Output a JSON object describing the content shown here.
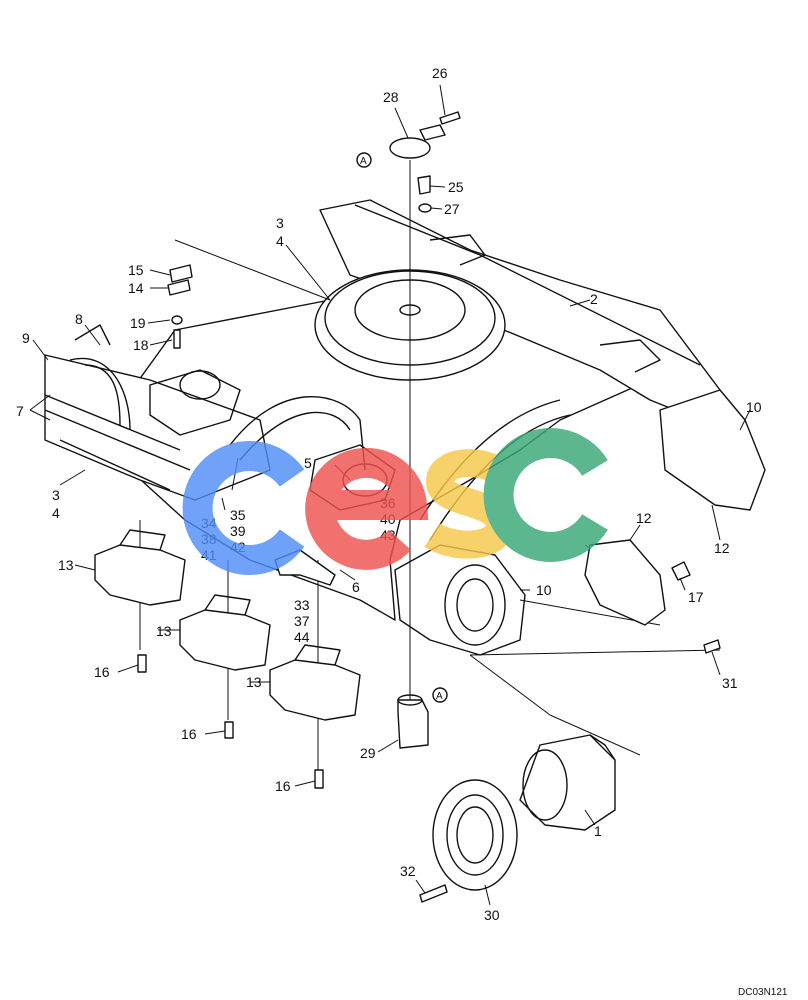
{
  "labels": {
    "l1": "1",
    "l2": "2",
    "l3a": "3",
    "l4a": "4",
    "l3b": "3",
    "l4b": "4",
    "l5": "5",
    "l6": "6",
    "l7": "7",
    "l8": "8",
    "l9": "9",
    "l10a": "10",
    "l10b": "10",
    "l12a": "12",
    "l12b": "12",
    "l13a": "13",
    "l13b": "13",
    "l13c": "13",
    "l14": "14",
    "l15": "15",
    "l16a": "16",
    "l16b": "16",
    "l16c": "16",
    "l17": "17",
    "l18": "18",
    "l19": "19",
    "l25": "25",
    "l26": "26",
    "l27": "27",
    "l28": "28",
    "l29": "29",
    "l30": "30",
    "l31": "31",
    "l32": "32",
    "l33": "33",
    "l37": "37",
    "l44": "44",
    "l34": "34",
    "l38": "38",
    "l41": "41",
    "l35": "35",
    "l39": "39",
    "l42": "42",
    "l36": "36",
    "l40": "40",
    "l43": "43",
    "refA1": "A",
    "refA2": "A"
  },
  "drawing_code": "DC03N121",
  "watermark": {
    "letters": [
      "C",
      "E",
      "S",
      "C"
    ],
    "colors": [
      "#4f8ef7",
      "#ef5350",
      "#f6c84a",
      "#3aa876"
    ]
  }
}
